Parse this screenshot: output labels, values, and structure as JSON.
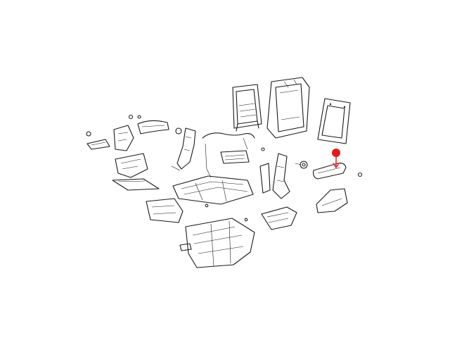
{
  "diagram": {
    "type": "exploded-parts-view",
    "line_color": "#1a1a1a",
    "background_color": "#ffffff",
    "highlight": {
      "color": "#e21a1a",
      "marker": "callout-dot-with-arrow",
      "target_part": "armrest"
    }
  }
}
